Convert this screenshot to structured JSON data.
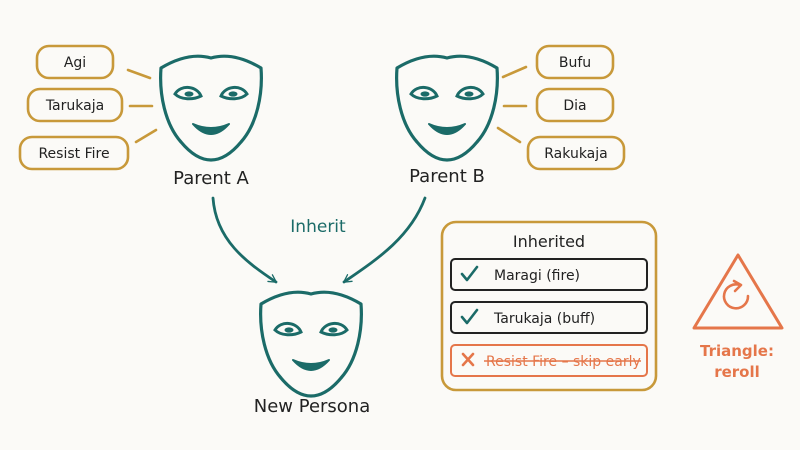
{
  "colors": {
    "teal": "#1b6b68",
    "gold": "#c8993a",
    "orange": "#e5764a",
    "ink": "#222222",
    "background": "#fbfaf7"
  },
  "parent_a": {
    "label": "Parent A",
    "skills": [
      "Agi",
      "Tarukaja",
      "Resist Fire"
    ],
    "icon": "theater-mask-icon"
  },
  "parent_b": {
    "label": "Parent B",
    "skills": [
      "Bufu",
      "Dia",
      "Rakukaja"
    ],
    "icon": "theater-mask-icon"
  },
  "arrow_label": "Inherit",
  "child": {
    "label": "New Persona",
    "icon": "theater-mask-icon"
  },
  "inherited_panel": {
    "title": "Inherited",
    "rows": [
      {
        "text": "Maragi (fire)",
        "status": "check"
      },
      {
        "text": "Tarukaja (buff)",
        "status": "check"
      },
      {
        "text": "Resist Fire – skip early",
        "status": "cross"
      }
    ]
  },
  "triangle": {
    "line1": "Triangle:",
    "line2": "reroll",
    "icon": "reroll-icon"
  }
}
